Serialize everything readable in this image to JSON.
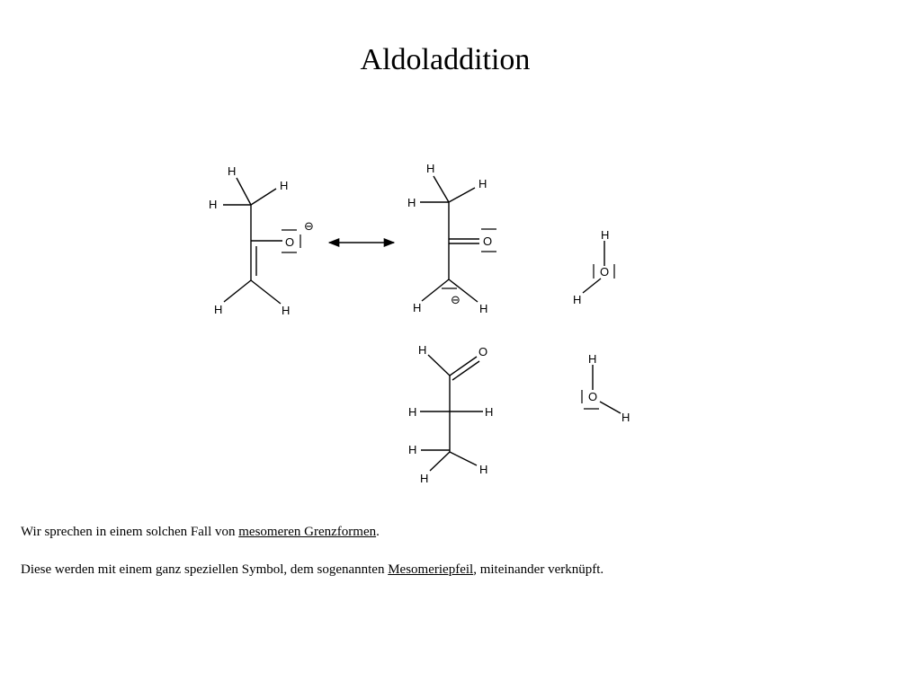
{
  "slide": {
    "title": "Aldoladdition"
  },
  "atoms": {
    "H": "H",
    "O": "O",
    "minus": "⊖"
  },
  "text": {
    "p1_before": "Wir sprechen in einem solchen Fall von ",
    "p1_link": "mesomeren Grenzformen",
    "p1_after": ".",
    "p2_before": "Diese werden mit einem ganz speziellen Symbol, dem sogenannten ",
    "p2_link": "Mesomeriepfeil",
    "p2_after": ", miteinander verknüpft."
  }
}
